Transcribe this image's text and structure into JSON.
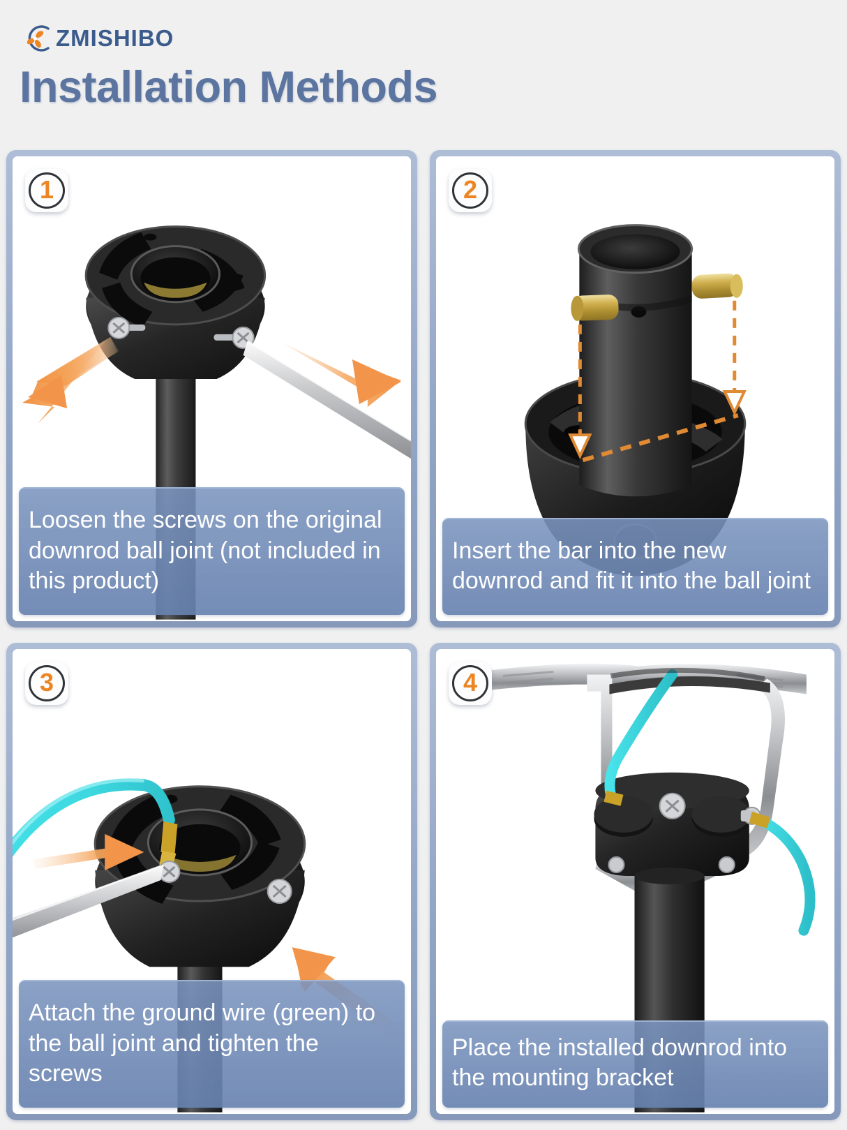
{
  "brand": {
    "name": "ZMISHIBO",
    "logo_icon": "fan-in-arc-icon",
    "icon_color": "#ec8522",
    "arc_color": "#3a5b8c"
  },
  "page": {
    "title": "Installation Methods",
    "title_color": "#5b74a0",
    "background_color": "#f0f0f0"
  },
  "theme": {
    "panel_border": "#92a6c6",
    "caption_bg": "#6b87b5",
    "badge_number_color": "#ec8522",
    "arrow_color": "#f5a55c",
    "wire_color": "#3ed8e0",
    "metal_color": "#c9a227",
    "body_color": "#2b2b2b"
  },
  "steps": [
    {
      "number": "1",
      "caption": "Loosen the screws on the original downrod ball joint (not included in this product)",
      "art": "downrod-balljoint-with-screwdriver",
      "annotations": [
        "arrow-left-outward",
        "arrow-right-outward"
      ]
    },
    {
      "number": "2",
      "caption": "Insert the bar into the new downrod and fit it into the ball joint",
      "art": "downrod-tube-with-crosspin-over-ball-cup",
      "annotations": [
        "dashed-arrow-down-left",
        "dashed-arrow-down-right",
        "dashed-line-horizontal"
      ]
    },
    {
      "number": "3",
      "caption": "Attach the ground wire (green) to the ball joint and tighten the screws",
      "art": "ground-wire-attached-to-balljoint",
      "annotations": [
        "arrow-right",
        "arrow-up-left"
      ]
    },
    {
      "number": "4",
      "caption": "Place the installed downrod into the mounting bracket",
      "art": "downrod-seated-in-mounting-bracket",
      "annotations": []
    }
  ]
}
